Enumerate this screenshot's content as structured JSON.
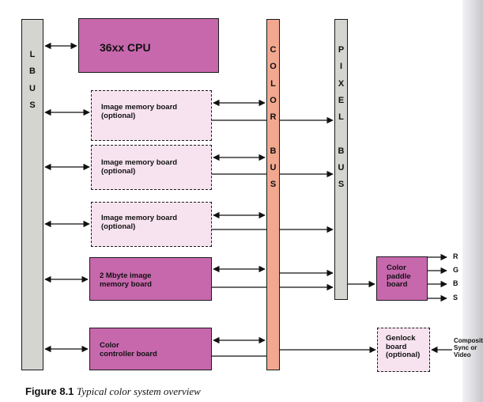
{
  "buses": {
    "l_bus": "L\nB\nU\nS",
    "color_bus": "C\nO\nL\nO\nR\n\nB\nU\nS",
    "pixel_bus": "P\nI\nX\nE\nL\n\nB\nU\nS"
  },
  "boards": {
    "cpu": "36xx CPU",
    "image_memory_1": "Image memory board\n(optional)",
    "image_memory_2": "Image memory board\n(optional)",
    "image_memory_3": "Image memory board\n(optional)",
    "two_mbyte": "2 Mbyte image\nmemory board",
    "color_controller": "Color\ncontroller board",
    "color_paddle": "Color\npaddle\nboard",
    "genlock": "Genlock\nboard\n(optional)"
  },
  "outputs": {
    "r": "R",
    "g": "G",
    "b": "B",
    "s": "S",
    "composite": "Composite\nSync or\nVideo"
  },
  "caption": {
    "figure_number": "Figure 8.1",
    "text": "Typical color system overview"
  },
  "colors": {
    "l_bus_fill": "#d4d4d0",
    "color_bus_fill": "#f2a88f",
    "pixel_bus_fill": "#d4d4d0",
    "solid_board_fill": "#c768ad",
    "optional_board_fill": "#f7e3ef"
  }
}
